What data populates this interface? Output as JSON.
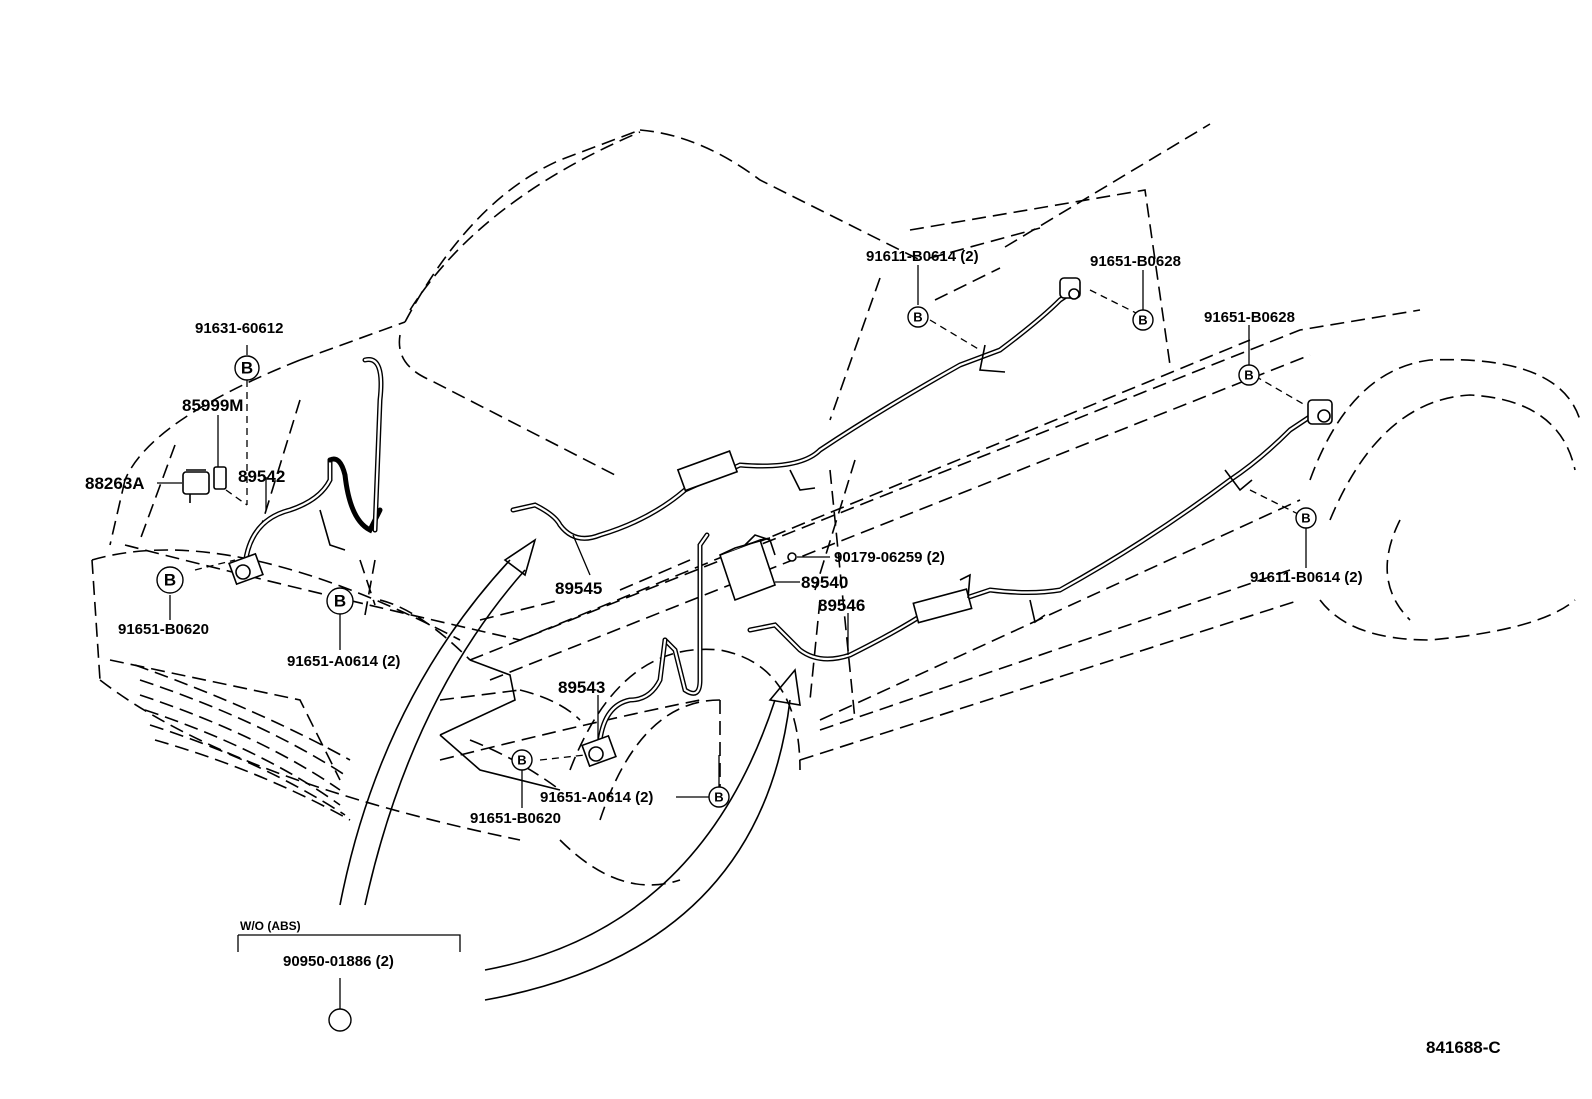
{
  "labels": {
    "p91631_60612": "91631-60612",
    "p85999M": "85999M",
    "p88263A": "88263A",
    "p89542": "89542",
    "p91651_B0620_left": "91651-B0620",
    "p91651_A0614_left": "91651-A0614 (2)",
    "p91611_B0614_top": "91611-B0614 (2)",
    "p91651_B0628_top": "91651-B0628",
    "p91651_B0628_right": "91651-B0628",
    "p91611_B0614_right": "91611-B0614 (2)",
    "p89545": "89545",
    "p90179_06259": "90179-06259 (2)",
    "p89540": "89540",
    "p89546": "89546",
    "p89543": "89543",
    "p91651_B0620_center": "91651-B0620",
    "p91651_A0614_center": "91651-A0614 (2)",
    "wo_abs": "W/O (ABS)",
    "p90950_01886": "90950-01886 (2)",
    "diagram_code": "841688-C"
  },
  "bolt_marker": "B"
}
